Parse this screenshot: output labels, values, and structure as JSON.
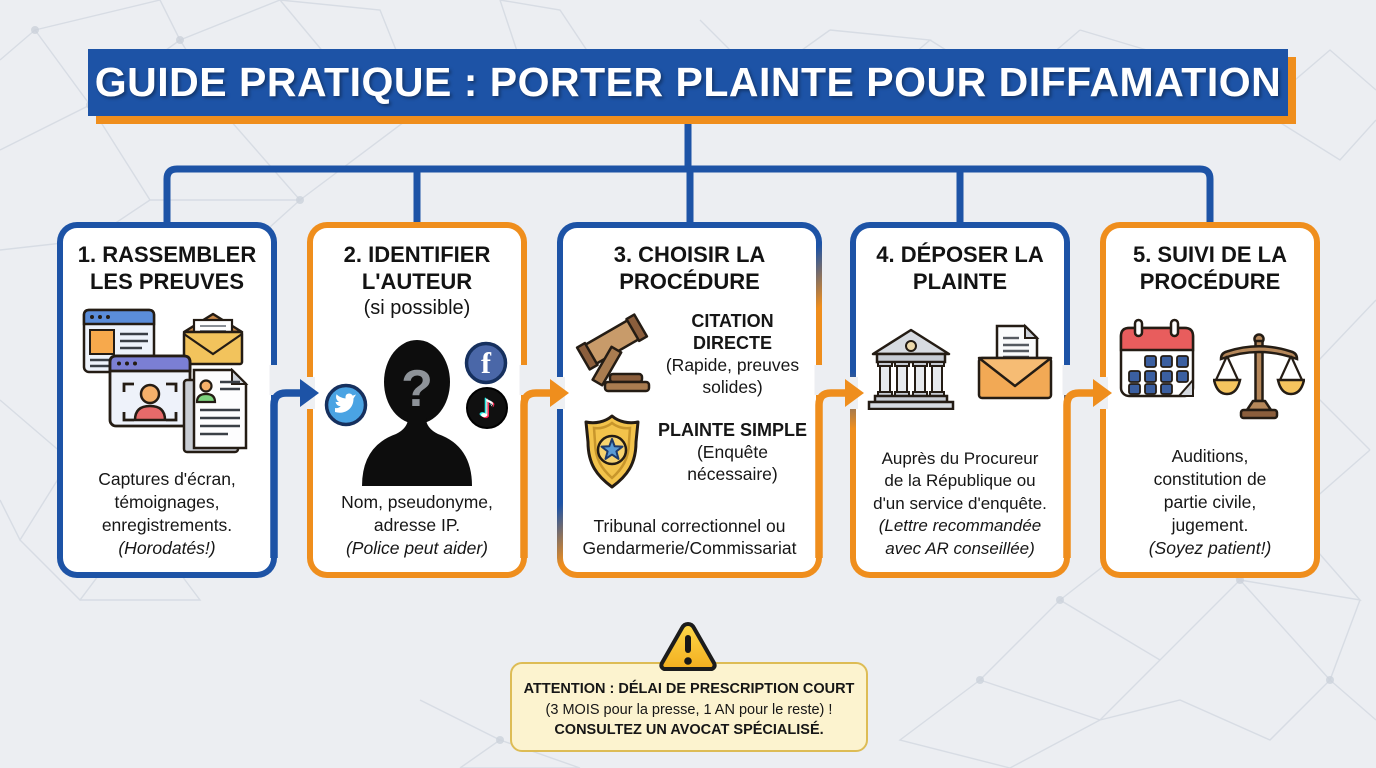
{
  "page": {
    "background_color": "#eceef2",
    "pattern_color": "#ccd2db"
  },
  "palette": {
    "blue": "#1d53a6",
    "orange": "#ef8e1d",
    "card_background": "#ffffff",
    "text_dark": "#161616"
  },
  "banner": {
    "title": "GUIDE PRATIQUE : PORTER PLAINTE POUR DIFFAMATION",
    "background_color": "#1d53a6",
    "shadow_color": "#ef8e1d",
    "text_color": "#ffffff"
  },
  "connector": {
    "color": "#1d53a6"
  },
  "steps": [
    {
      "number": "1",
      "title_lines": [
        "1. RASSEMBLER",
        "LES PREUVES"
      ],
      "body_lines": [
        "Captures d'écran,",
        "témoignages,",
        "enregistrements."
      ],
      "note_lines": [
        "(Horodatés!)"
      ],
      "border_color": "#1d53a6",
      "icons": [
        "screenshot-browser-icon",
        "open-envelope-icon",
        "video-call-window-icon",
        "witness-document-icon"
      ]
    },
    {
      "number": "2",
      "title_lines": [
        "2. IDENTIFIER",
        "L'AUTEUR"
      ],
      "subtitle": "(si possible)",
      "body_lines": [
        "Nom, pseudonyme,",
        "adresse IP."
      ],
      "note_lines": [
        "(Police peut aider)"
      ],
      "border_color": "#ef8e1d",
      "icons": [
        "anonymous-silhouette-icon",
        "twitter-icon",
        "facebook-icon",
        "tiktok-icon"
      ],
      "glyphs": {
        "question_mark": "?",
        "facebook_f": "f",
        "music_note": "♪"
      }
    },
    {
      "number": "3",
      "title_lines": [
        "3. CHOISIR LA",
        "PROCÉDURE"
      ],
      "options": [
        {
          "label": "CITATION DIRECTE",
          "detail_lines": [
            "(Rapide, preuves",
            "solides)"
          ],
          "icon": "gavel-icon"
        },
        {
          "label": "PLAINTE SIMPLE",
          "detail_lines": [
            "(Enquête",
            "nécessaire)"
          ],
          "icon": "police-badge-icon"
        }
      ],
      "footer_lines": [
        "Tribunal correctionnel ou",
        "Gendarmerie/Commissariat"
      ],
      "border_colors": [
        "#1d53a6",
        "#ef8e1d"
      ]
    },
    {
      "number": "4",
      "title_lines": [
        "4. DÉPOSER LA",
        "PLAINTE"
      ],
      "body_lines": [
        "Auprès du Procureur",
        "de la République ou",
        "d'un service d'enquête."
      ],
      "note_lines": [
        "(Lettre recommandée",
        "avec AR conseillée)"
      ],
      "border_colors": [
        "#1d53a6",
        "#ef8e1d"
      ],
      "icons": [
        "courthouse-icon",
        "mail-letter-icon"
      ]
    },
    {
      "number": "5",
      "title_lines": [
        "5. SUIVI DE LA",
        "PROCÉDURE"
      ],
      "body_lines": [
        "Auditions,",
        "constitution de",
        "partie civile,",
        "jugement."
      ],
      "note_lines": [
        "(Soyez patient!)"
      ],
      "border_color": "#ef8e1d",
      "icons": [
        "calendar-icon",
        "justice-scales-icon"
      ]
    }
  ],
  "arrows": [
    {
      "from_step": 1,
      "to_step": 2,
      "color": "#1d53a6"
    },
    {
      "from_step": 2,
      "to_step": 3,
      "color": "#ef8e1d"
    },
    {
      "from_step": 3,
      "to_step": 4,
      "color": "#ef8e1d"
    },
    {
      "from_step": 4,
      "to_step": 5,
      "color": "#ef8e1d"
    }
  ],
  "warning": {
    "icon": "warning-triangle-icon",
    "heading": "ATTENTION : DÉLAI DE PRESCRIPTION COURT",
    "detail": "(3 MOIS pour la presse, 1 AN pour le reste) !",
    "footer": "CONSULTEZ UN AVOCAT SPÉCIALISÉ.",
    "background_color": "#fcf3cf",
    "border_color": "#ddbc55",
    "triangle_color": "#f7c431"
  }
}
